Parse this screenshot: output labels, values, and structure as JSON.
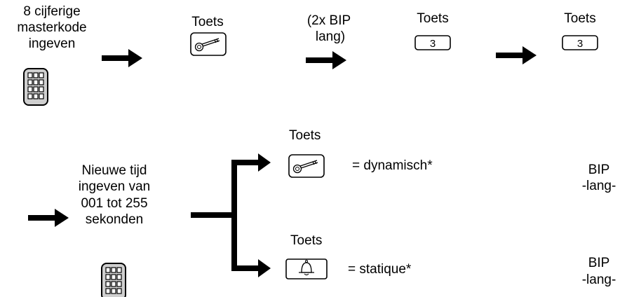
{
  "step1": {
    "line1": "8 cijferige",
    "line2": "masterkode",
    "line3": "ingeven"
  },
  "step2": {
    "label": "Toets"
  },
  "step3": {
    "line1": "(2x BIP",
    "line2": "lang)"
  },
  "step4": {
    "label": "Toets",
    "key": "3"
  },
  "step5": {
    "label": "Toets",
    "key": "3"
  },
  "step6": {
    "line1": "Nieuwe tijd",
    "line2": "ingeven van",
    "line3": "001 tot 255",
    "line4": "sekonden"
  },
  "option_dynamic": {
    "label": "Toets",
    "result": "= dynamisch*",
    "bip1": "BIP",
    "bip2": "-lang-"
  },
  "option_static": {
    "label": "Toets",
    "result": "= statique*",
    "bip1": "BIP",
    "bip2": "-lang-"
  },
  "icons": [
    "keypad-icon",
    "key-icon",
    "bell-icon"
  ]
}
